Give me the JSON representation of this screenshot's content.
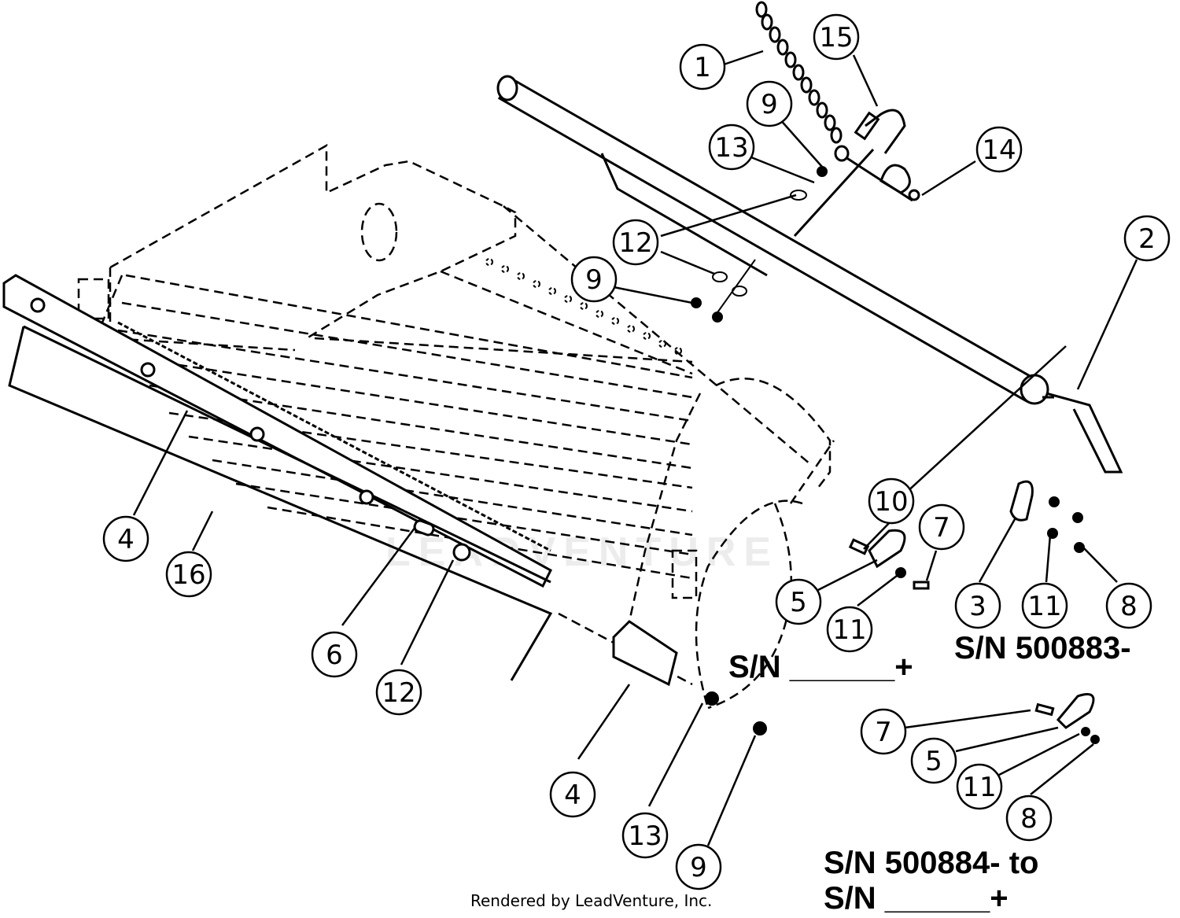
{
  "diagram": {
    "callouts": [
      "1",
      "15",
      "9",
      "13",
      "14",
      "12",
      "2",
      "9",
      "10",
      "7",
      "4",
      "16",
      "5",
      "11",
      "3",
      "11",
      "8",
      "6",
      "12",
      "4",
      "13",
      "9",
      "7",
      "5",
      "11",
      "8"
    ],
    "serial_labels": {
      "sn_blank_plus": "S/N ______+",
      "sn_500883": "S/N 500883-",
      "sn_500884_line1": "S/N 500884- to",
      "sn_500884_line2": "S/N ______+"
    },
    "watermark": "LEADVENTURE",
    "footer": "Rendered by LeadVenture, Inc."
  }
}
